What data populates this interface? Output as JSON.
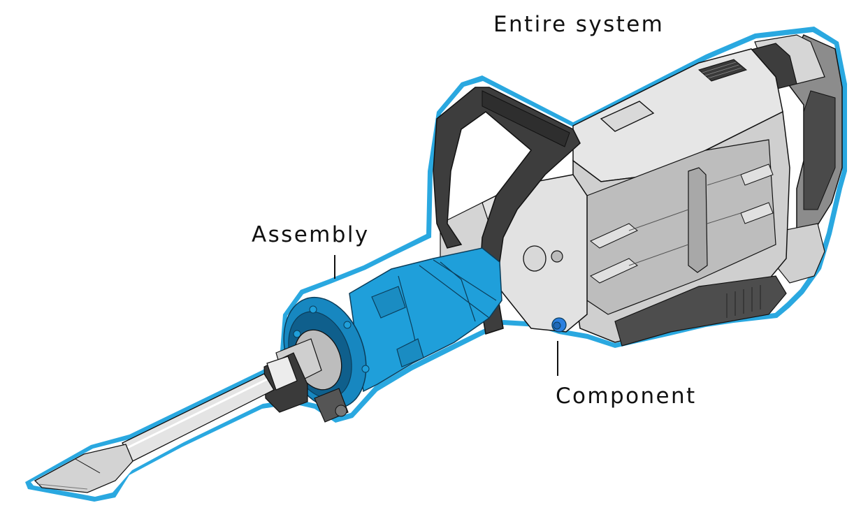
{
  "diagram": {
    "subject": "demolition hammer",
    "labels": {
      "system": "Entire system",
      "assembly": "Assembly",
      "component": "Component"
    },
    "colors": {
      "highlight_outline": "#2aa8e0",
      "assembly_fill": "#1f9fda",
      "assembly_dark": "#0e5f8a",
      "component_fill": "#2a7fe0",
      "body_light": "#e4e4e4",
      "body_mid": "#b9b9b9",
      "body_dark": "#3a3a3a",
      "line": "#111111",
      "background": "#ffffff"
    },
    "levels": [
      {
        "name": "system",
        "label_ref": "Entire system",
        "highlight": "outline"
      },
      {
        "name": "assembly",
        "label_ref": "Assembly",
        "highlight": "fill"
      },
      {
        "name": "component",
        "label_ref": "Component",
        "highlight": "fill"
      }
    ]
  }
}
